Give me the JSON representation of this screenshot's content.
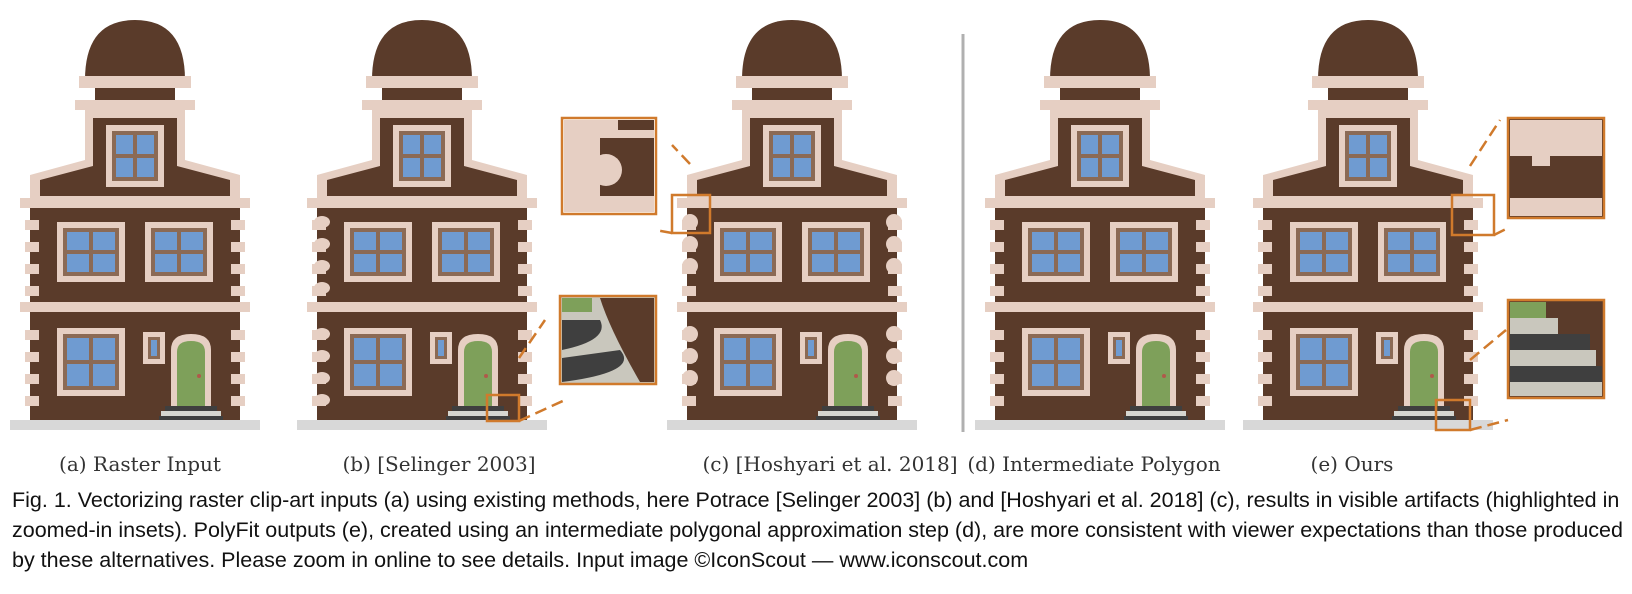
{
  "figure": {
    "subcaptions": {
      "a": "(a) Raster Input",
      "b": "(b) [Selinger 2003]",
      "c": "(c) [Hoshyari et al. 2018]",
      "d": "(d) Intermediate Polygon",
      "e": "(e) Ours"
    },
    "caption": {
      "label": "Fig. 1.",
      "text": "Vectorizing raster clip-art inputs (a) using existing methods, here Potrace [Selinger 2003] (b) and [Hoshyari et al. 2018] (c), results in visible artifacts (highlighted in zoomed-in insets). PolyFit outputs (e), created using an intermediate polygonal approximation step (d), are more consistent with viewer expectations than those produced by these alternatives. Please zoom in online to see details. Input image ©IconScout — www.iconscout.com"
    }
  },
  "colors": {
    "wall": "#5a3b2a",
    "trim": "#e6cfc3",
    "window": "#6f9bd1",
    "frame": "#8b6a55",
    "door": "#7ea05a",
    "step_dark": "#3f3f3f",
    "step_light": "#d6d6d0",
    "ground": "#d8d8d8",
    "inset": "#d07a2c",
    "divider": "#b0b0b0"
  }
}
